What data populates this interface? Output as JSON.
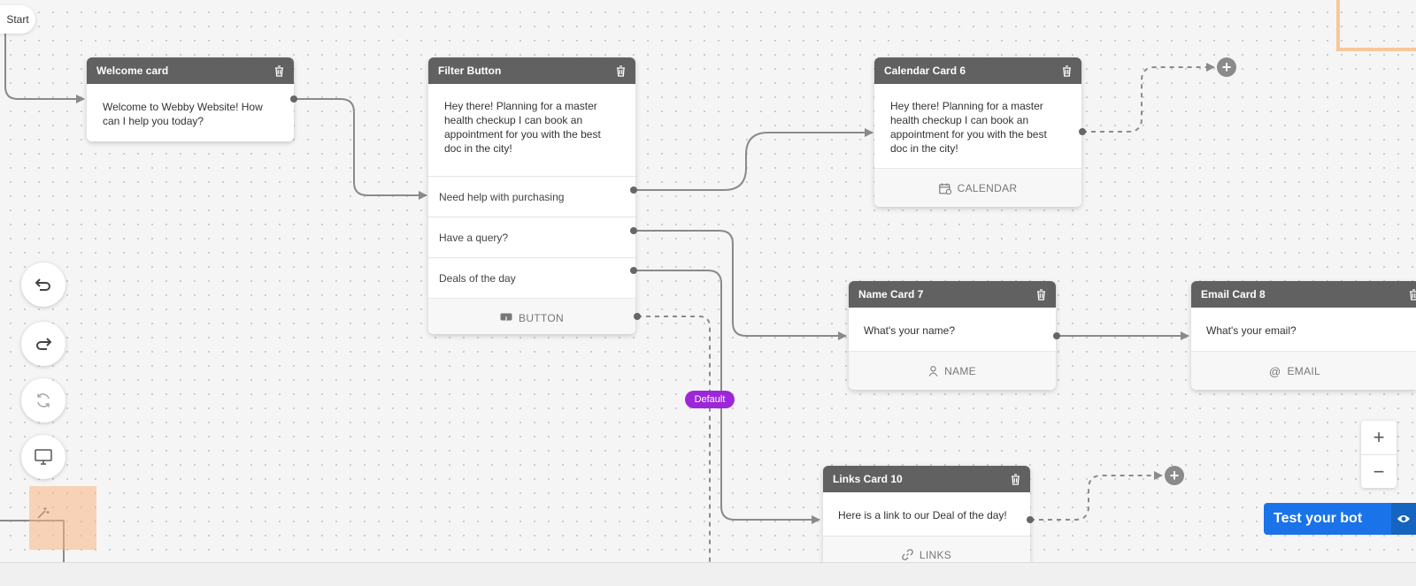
{
  "start": {
    "label": "Start"
  },
  "cards": {
    "welcome": {
      "title": "Welcome card",
      "message": "Welcome to Webby Website! How can I help you today?"
    },
    "filter": {
      "title": "Filter Button",
      "message": "Hey there! Planning for a master health checkup I can book an appointment for you with the best doc in the city!",
      "options": [
        "Need help with purchasing",
        "Have a query?",
        "Deals of the day"
      ],
      "footer": "BUTTON"
    },
    "calendar": {
      "title": "Calendar Card 6",
      "message": "Hey there! Planning for a master health checkup I can book an appointment for you with the best doc in the city!",
      "footer": "CALENDAR"
    },
    "name": {
      "title": "Name Card 7",
      "message": "What's your name?",
      "footer": "NAME"
    },
    "email": {
      "title": "Email Card 8",
      "message": "What's your email?",
      "footer": "EMAIL"
    },
    "links": {
      "title": "Links Card 10",
      "message": "Here is a link to our Deal of the day!",
      "footer": "LINKS"
    }
  },
  "default_badge": "Default",
  "zoom": {
    "in": "+",
    "out": "−"
  },
  "test_bot": {
    "label": "Test your bot"
  },
  "colors": {
    "header": "#616161",
    "edge": "#8a8a8a",
    "default_badge": "#9c27d9",
    "test_button": "#1a73e8",
    "highlight": "#f7c79b"
  },
  "icons": {
    "trash": "trash-icon",
    "undo": "undo-icon",
    "redo": "redo-icon",
    "reset": "refresh-icon",
    "preview": "monitor-icon",
    "magic": "magic-wand-icon",
    "eye": "eye-icon",
    "plus": "plus-icon"
  }
}
